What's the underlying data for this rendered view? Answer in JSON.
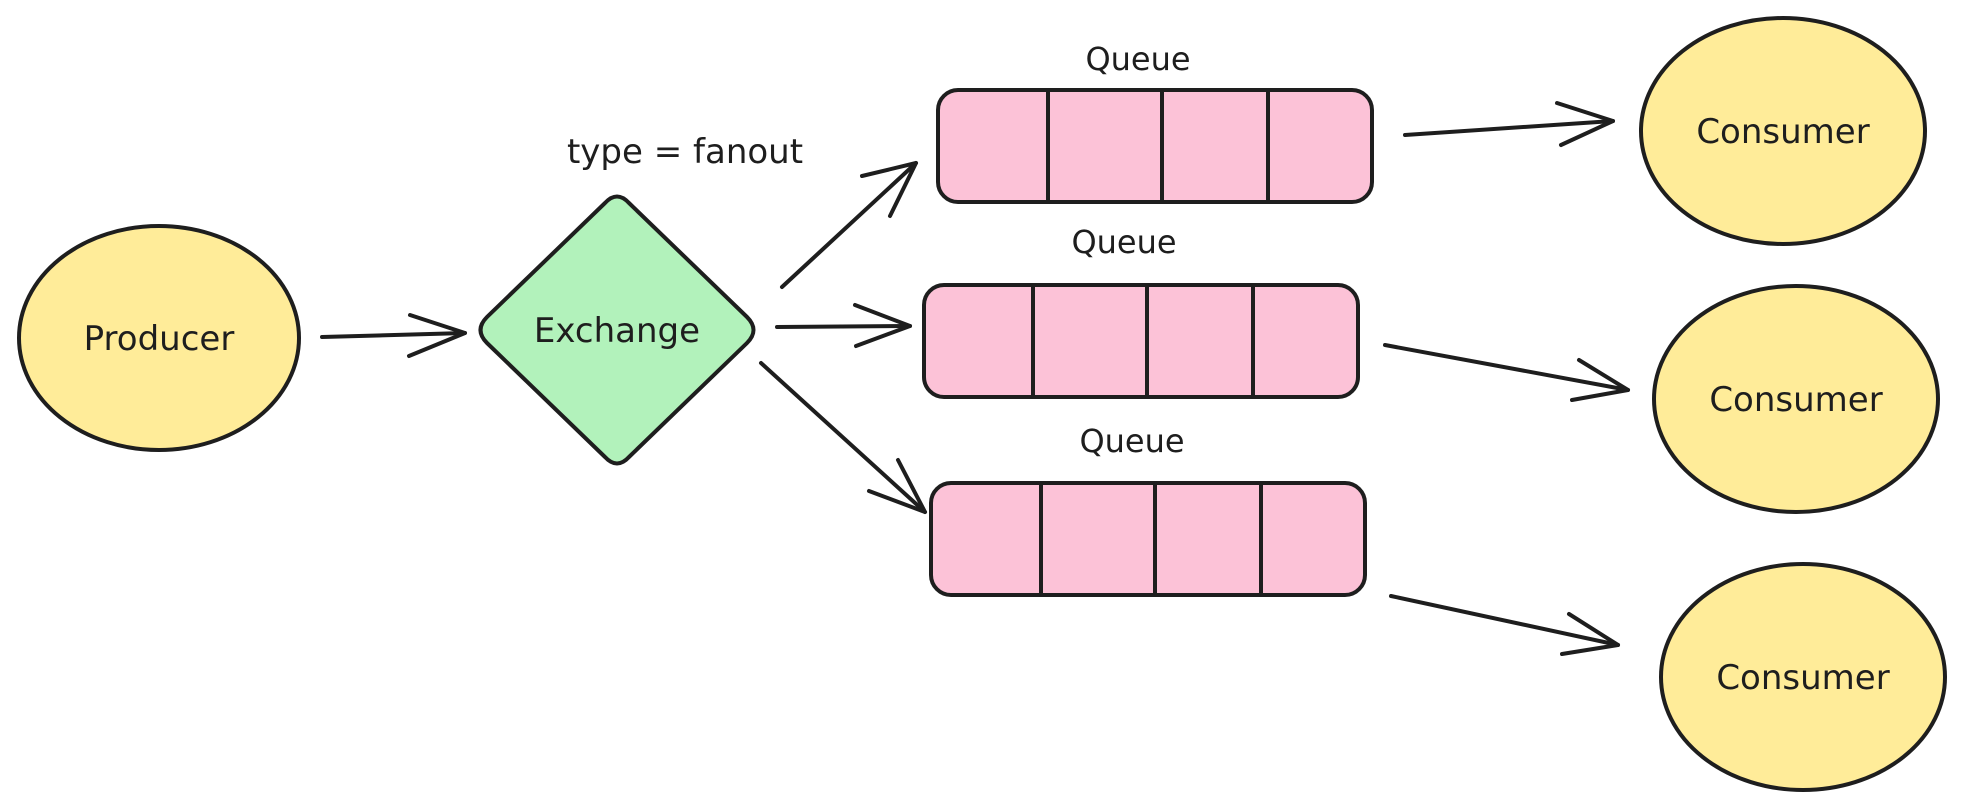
{
  "diagram": {
    "producer": {
      "label": "Producer"
    },
    "exchange": {
      "label": "Exchange",
      "type_label": "type = fanout"
    },
    "queues": [
      {
        "label": "Queue"
      },
      {
        "label": "Queue"
      },
      {
        "label": "Queue"
      }
    ],
    "consumers": [
      {
        "label": "Consumer"
      },
      {
        "label": "Consumer"
      },
      {
        "label": "Consumer"
      }
    ],
    "colors": {
      "producer_fill": "#FFEC99",
      "consumer_fill": "#FFEC99",
      "exchange_fill": "#B2F2BB",
      "queue_fill": "#FCC2D7",
      "stroke": "#1E1E1E"
    }
  }
}
